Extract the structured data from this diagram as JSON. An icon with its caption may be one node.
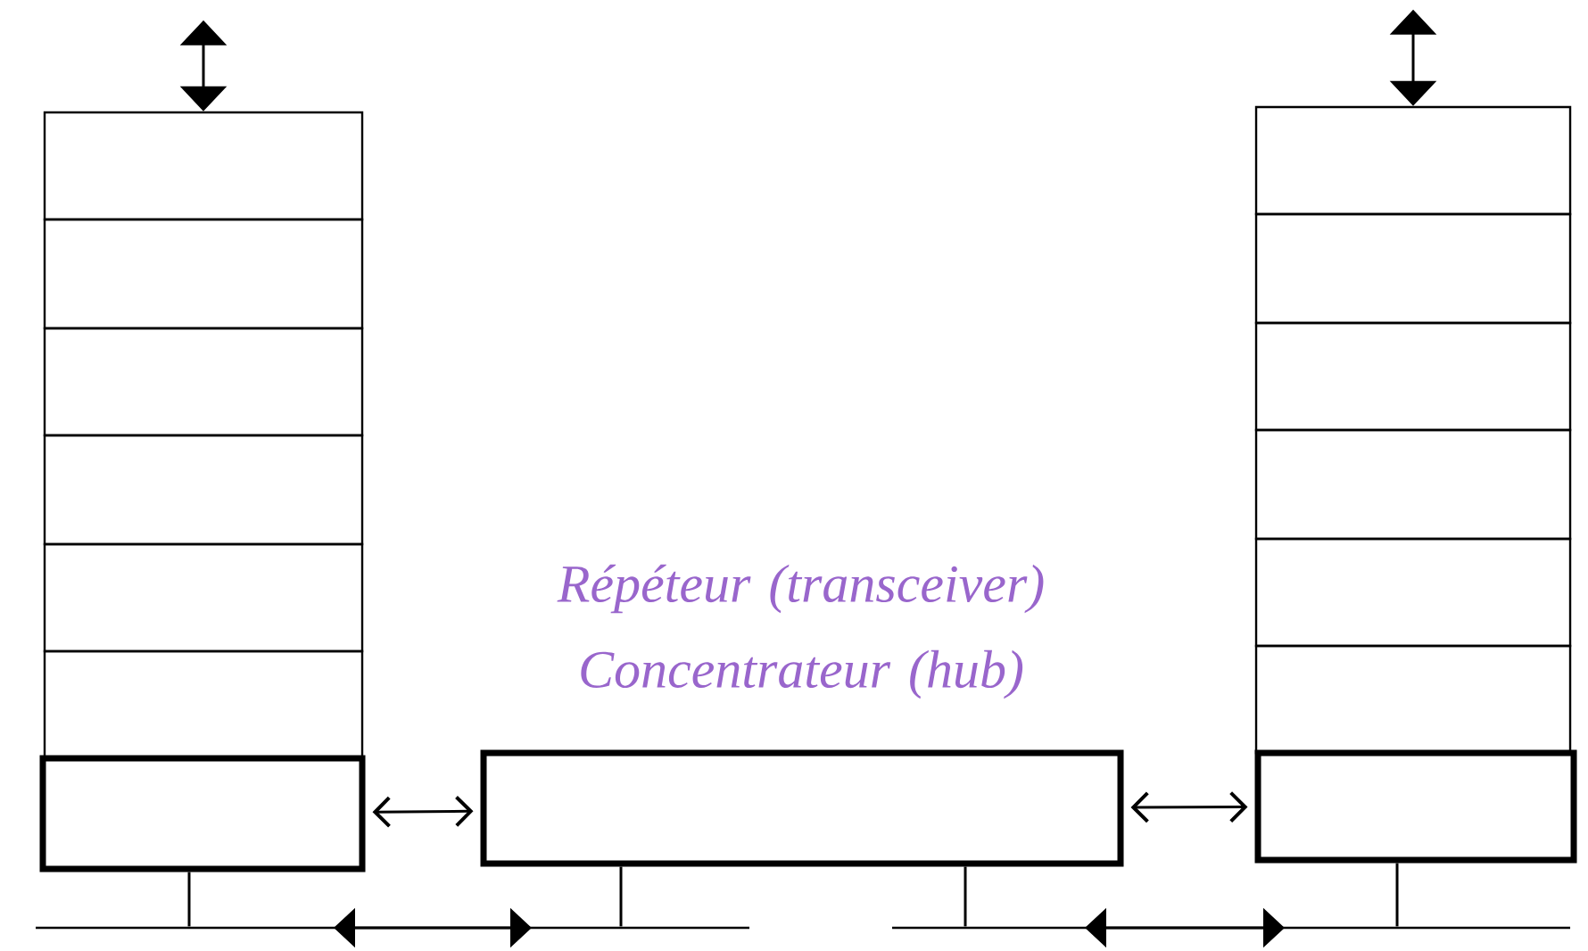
{
  "diagram": {
    "nodes": [
      {
        "text": [],
        "shape": "box"
      },
      {
        "text": [],
        "shape": "box"
      },
      {
        "text": [],
        "shape": "box"
      },
      {
        "text": [],
        "shape": "box"
      },
      {
        "text": [],
        "shape": "box"
      },
      {
        "text": [],
        "shape": "box"
      },
      {
        "text": [],
        "shape": "box"
      },
      {
        "text": [],
        "shape": "box"
      },
      {
        "text": [],
        "shape": "box"
      },
      {
        "text": [],
        "shape": "box"
      },
      {
        "text": [],
        "shape": "box"
      },
      {
        "text": [],
        "shape": "box"
      },
      {
        "text": [],
        "shape": "box"
      },
      {
        "text": [],
        "shape": "box"
      },
      {
        "text": [],
        "shape": "box"
      },
      {
        "text": [],
        "shape": "bar"
      },
      {
        "text": [],
        "shape": "bar"
      }
    ],
    "edges": [
      {
        "from": 6,
        "to": 7,
        "arrow": "both"
      },
      {
        "from": 7,
        "to": 14,
        "arrow": "both"
      },
      {
        "from": 0,
        "to": null,
        "arrow": "both"
      },
      {
        "from": 8,
        "to": null,
        "arrow": "both"
      },
      {
        "from": 6,
        "to": 15,
        "arrow": "none"
      },
      {
        "from": 7,
        "to": 15,
        "arrow": "none"
      },
      {
        "from": 7,
        "to": 16,
        "arrow": "none"
      },
      {
        "from": 14,
        "to": 16,
        "arrow": "none"
      }
    ],
    "labels": [
      "Répéteur (transceiver) Concentrateur (hub)"
    ]
  }
}
